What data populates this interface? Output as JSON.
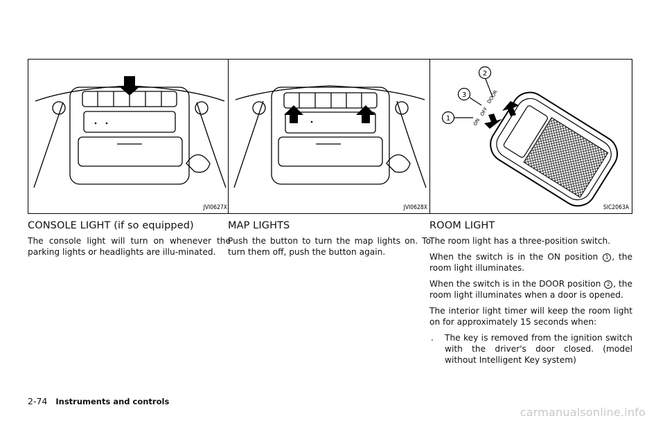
{
  "columns": [
    {
      "figure_code": "JVI0627X",
      "heading": "CONSOLE LIGHT (if so equipped)",
      "paragraphs": [
        "The console light will turn on whenever the parking lights or headlights are illu-minated."
      ]
    },
    {
      "figure_code": "JVI0628X",
      "heading": "MAP LIGHTS",
      "paragraphs": [
        "Push the button to turn the map lights on. To turn them off, push the button again."
      ]
    },
    {
      "figure_code": "SIC2063A",
      "heading": "ROOM LIGHT",
      "callouts": [
        "1",
        "2",
        "3"
      ],
      "switch_labels": [
        "ON",
        "OFF",
        "DOOR"
      ],
      "p1": "The room light has a three-position switch.",
      "p2_a": "When the switch is in the ON position ",
      "p2_b": ", the room light illuminates.",
      "p3_a": "When the switch is in the DOOR position ",
      "p3_b": ", the room light illuminates when a door is opened.",
      "p4": "The interior light timer will keep the room light on for approximately 15 seconds when:",
      "bullet_symbol": ".",
      "bullet_text": "The key is removed from the ignition switch with the driver's door closed. (model without Intelligent Key system)"
    }
  ],
  "footer": {
    "page_number": "2-74",
    "section": "Instruments and controls"
  },
  "watermark": "carmanualsonline.info"
}
